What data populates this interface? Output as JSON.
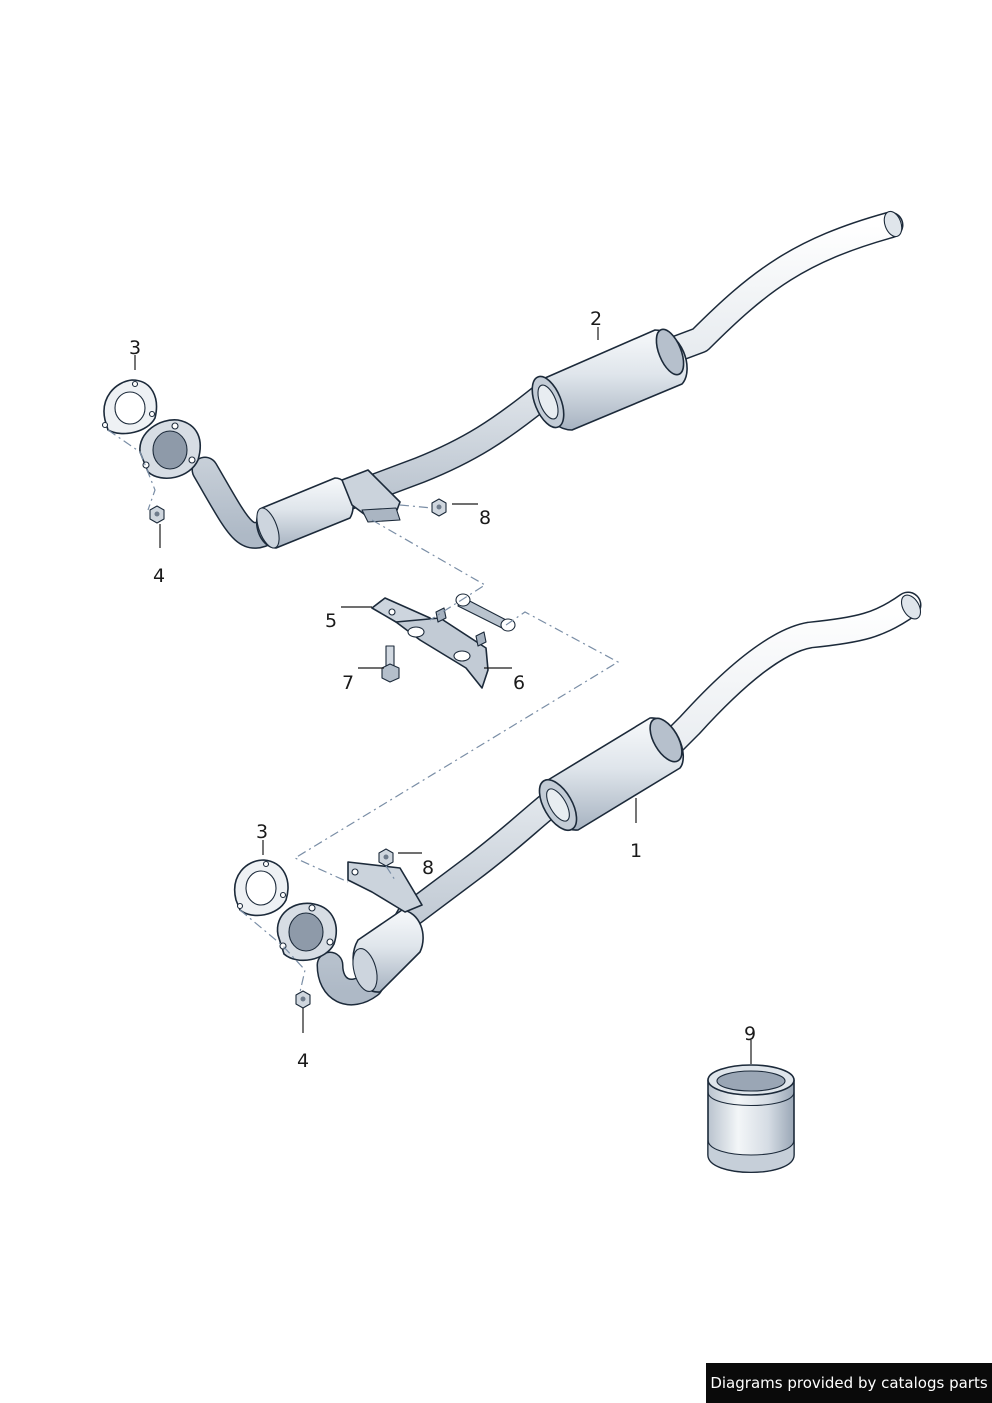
{
  "callouts": {
    "c1": "1",
    "c2": "2",
    "c3a": "3",
    "c3b": "3",
    "c4a": "4",
    "c4b": "4",
    "c5": "5",
    "c6": "6",
    "c7": "7",
    "c8a": "8",
    "c8b": "8",
    "c9": "9"
  },
  "credit": {
    "text": "Diagrams provided by catalogs parts"
  },
  "colors": {
    "pipe_fill": "#e4e8ec",
    "pipe_shade": "#c9d1da",
    "outline": "#1c2a3a",
    "dash_line": "#7a8ea6",
    "credit_bg": "#0a0a0a"
  }
}
